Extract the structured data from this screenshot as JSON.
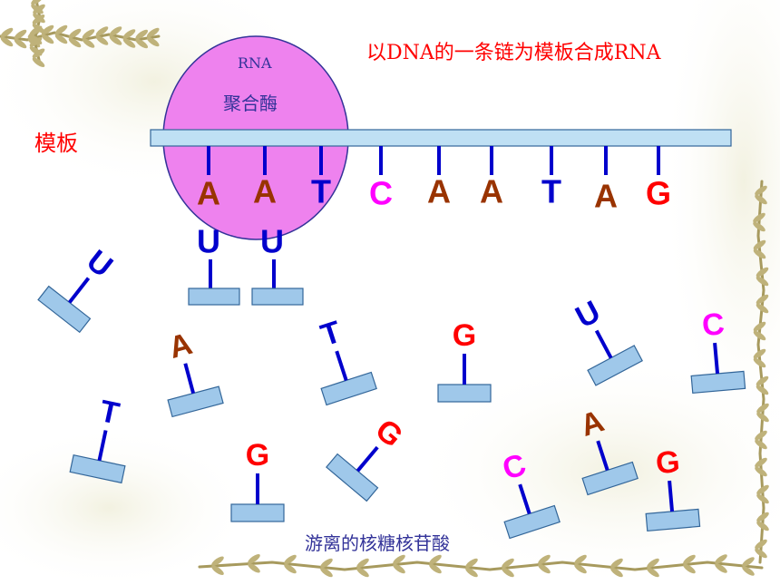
{
  "colors": {
    "A": "#993300",
    "T": "#0000cc",
    "C": "#ff00ff",
    "G": "#ff0000",
    "U": "#0000cc",
    "stick": "#0000cc",
    "box_fill": "#9fc8ea",
    "box_stroke": "#336699",
    "enzyme": "#ee82ee",
    "label_red": "#ff0000",
    "label_navy": "#333399"
  },
  "text": {
    "title": "以DNA的一条链为模板合成RNA",
    "template_label": "模板",
    "enzyme_line1": "RNA",
    "enzyme_line2": "聚合酶",
    "free_nucleotides_label": "游离的核糖核苷酸"
  },
  "template_bases": [
    "A",
    "A",
    "T",
    "C",
    "A",
    "A",
    "T",
    "A",
    "G"
  ],
  "paired_rna_bases": [
    "U",
    "U"
  ],
  "free_nucleotides": [
    "U",
    "A",
    "T",
    "G",
    "U",
    "C",
    "T",
    "G",
    "G",
    "C",
    "A",
    "G"
  ]
}
